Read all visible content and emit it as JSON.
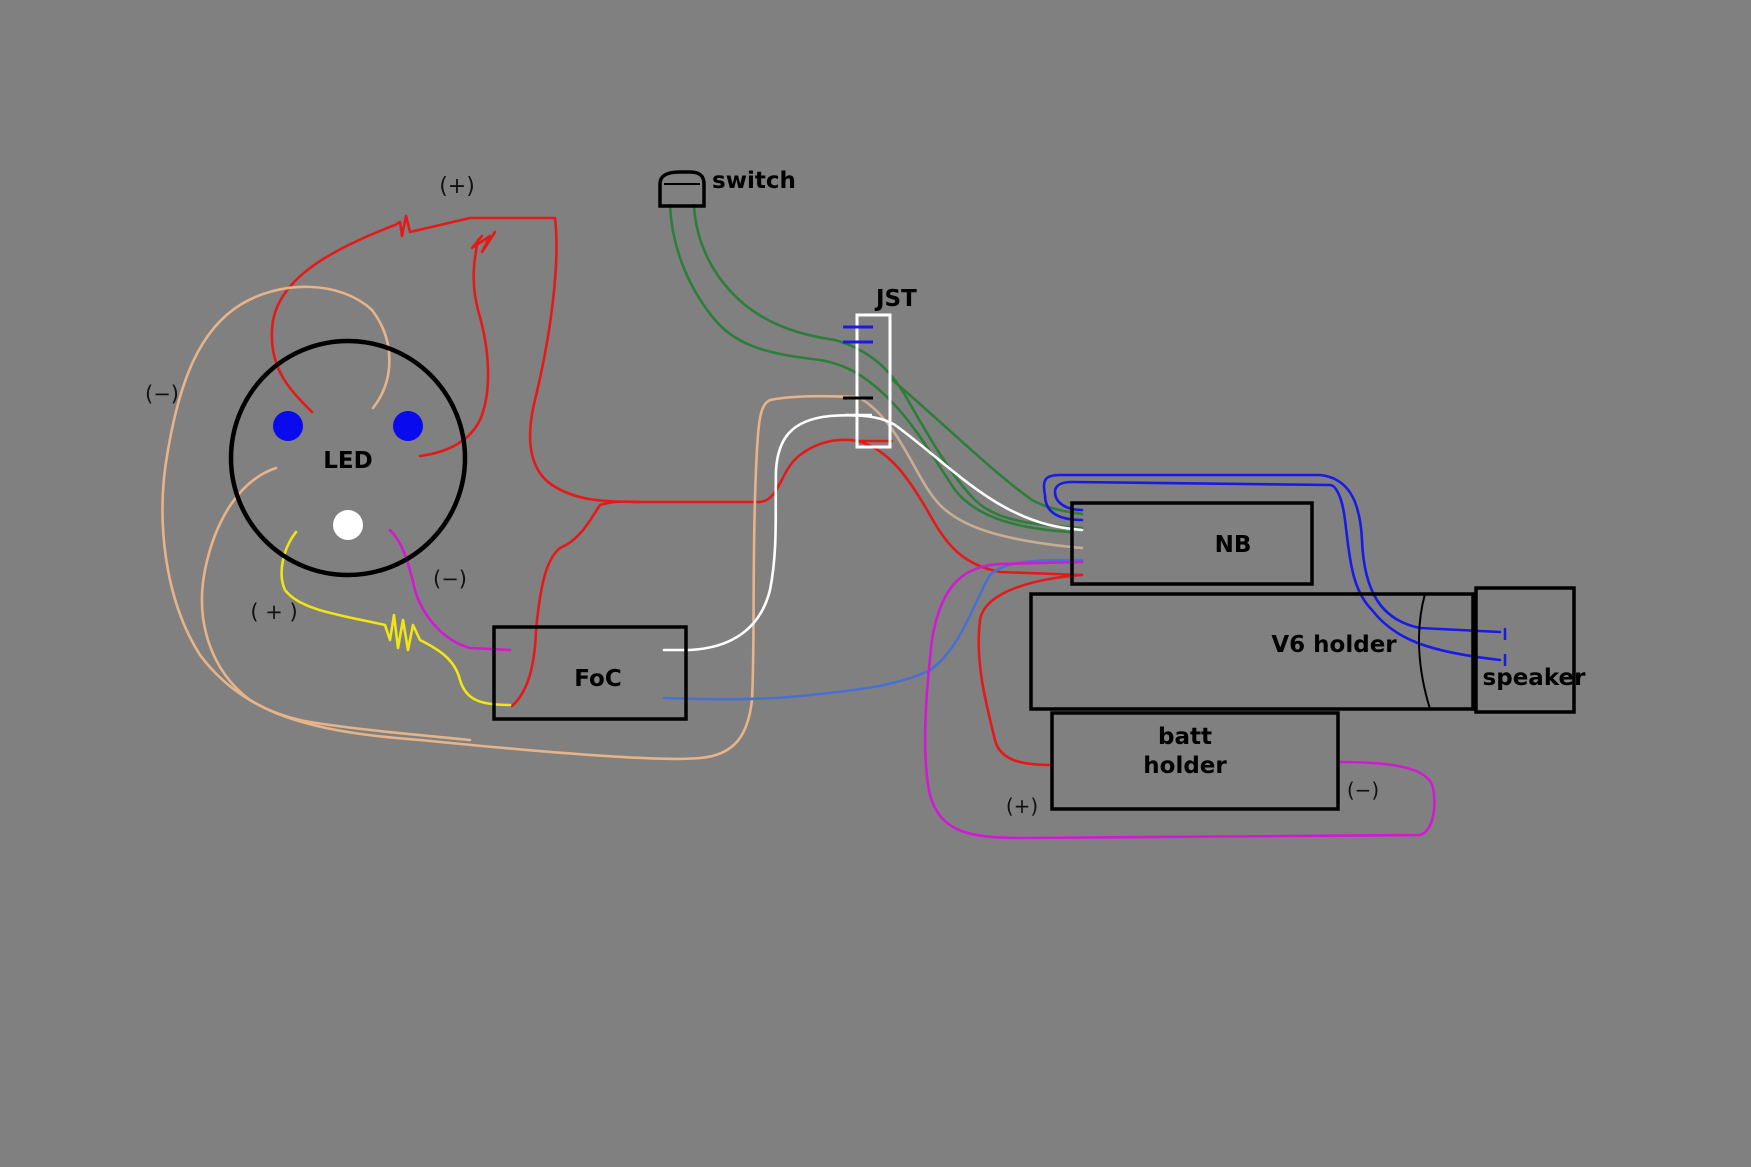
{
  "labels": {
    "led": "LED",
    "switch": "switch",
    "jst": "JST",
    "foc": "FoC",
    "nb": "NB",
    "v6_holder": "V6 holder",
    "speaker": "speaker",
    "batt_holder_line1": "batt",
    "batt_holder_line2": "holder"
  },
  "annotations": {
    "led_plus_top": "(+)",
    "led_minus_left": "(−)",
    "led_minus_right": "(−)",
    "led_plus_bottom": "( + )",
    "batt_plus": "(+)",
    "batt_minus": "(−)"
  },
  "colors": {
    "background": "#808080",
    "red_wire": "#e41a1a",
    "tan_wire": "#e6b48a",
    "green_wire": "#2e7d3a",
    "white_wire": "#ffffff",
    "blue_wire": "#1a1ae6",
    "magenta_wire": "#d21ad2",
    "yellow_wire": "#f0e614",
    "light_blue_wire": "#4a6fd0",
    "beige_wire": "#c9ad92",
    "led_pad_blue": "#0a0aee",
    "led_pad_white": "#ffffff"
  }
}
